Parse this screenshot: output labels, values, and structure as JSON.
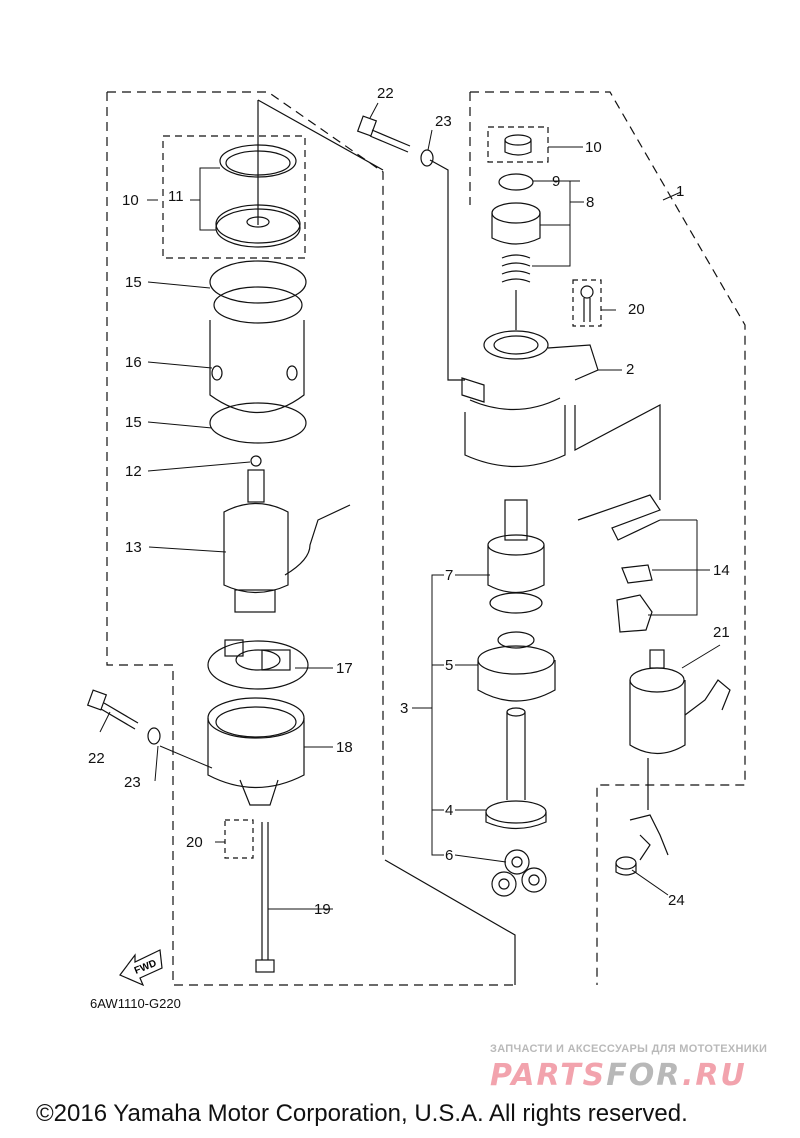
{
  "diagram": {
    "title": "Starter motor exploded parts diagram",
    "drawing_code": "6AW1110-G220",
    "fwd_label": "FWD",
    "callouts": [
      {
        "id": "c1",
        "label": "1"
      },
      {
        "id": "c2",
        "label": "2"
      },
      {
        "id": "c3",
        "label": "3"
      },
      {
        "id": "c4",
        "label": "4"
      },
      {
        "id": "c5",
        "label": "5"
      },
      {
        "id": "c6",
        "label": "6"
      },
      {
        "id": "c7",
        "label": "7"
      },
      {
        "id": "c8",
        "label": "8"
      },
      {
        "id": "c9",
        "label": "9"
      },
      {
        "id": "c10a",
        "label": "10"
      },
      {
        "id": "c10b",
        "label": "10"
      },
      {
        "id": "c11",
        "label": "11"
      },
      {
        "id": "c12",
        "label": "12"
      },
      {
        "id": "c13",
        "label": "13"
      },
      {
        "id": "c14",
        "label": "14"
      },
      {
        "id": "c15a",
        "label": "15"
      },
      {
        "id": "c15b",
        "label": "15"
      },
      {
        "id": "c16",
        "label": "16"
      },
      {
        "id": "c17",
        "label": "17"
      },
      {
        "id": "c18",
        "label": "18"
      },
      {
        "id": "c19",
        "label": "19"
      },
      {
        "id": "c20a",
        "label": "20"
      },
      {
        "id": "c20b",
        "label": "20"
      },
      {
        "id": "c21",
        "label": "21"
      },
      {
        "id": "c22a",
        "label": "22"
      },
      {
        "id": "c22b",
        "label": "22"
      },
      {
        "id": "c23a",
        "label": "23"
      },
      {
        "id": "c23b",
        "label": "23"
      },
      {
        "id": "c24",
        "label": "24"
      }
    ]
  },
  "watermark": {
    "subtitle": "ЗАПЧАСТИ И АКСЕССУАРЫ ДЛЯ МОТОТЕХНИКИ",
    "logo_part1": "PARTS",
    "logo_part2": "FOR",
    "logo_part3": ".RU",
    "accent_color": "#f2a3ad",
    "grey_color": "#b8b8b8"
  },
  "footer": {
    "copyright": "©2016 Yamaha Motor Corporation, U.S.A. All rights reserved."
  }
}
